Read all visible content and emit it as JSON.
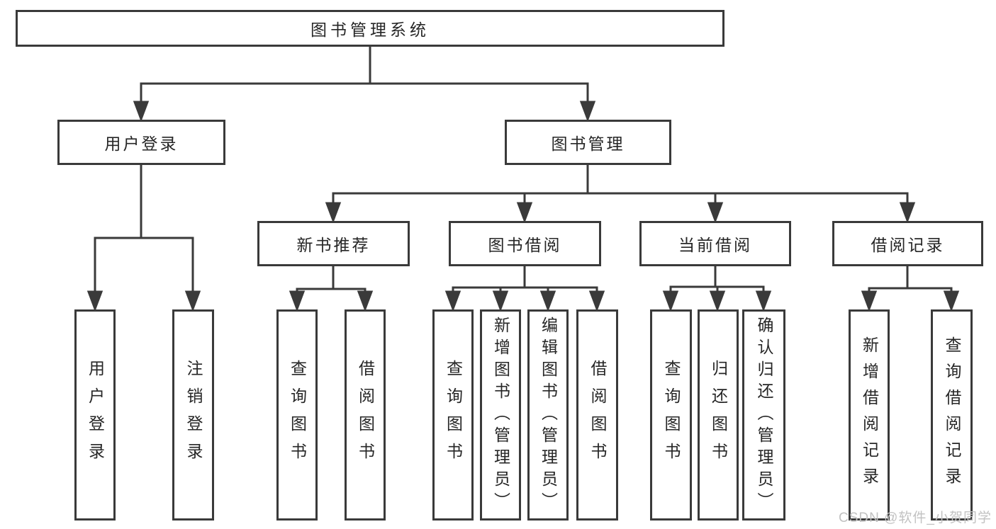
{
  "diagram": {
    "type": "hierarchy-tree",
    "colors": {
      "background": "#ffffff",
      "line": "#3a3a3a",
      "box_border": "#3a3a3a",
      "box_fill": "#ffffff",
      "text": "#262626",
      "watermark": "#c2c2c2"
    },
    "nodes": {
      "root": {
        "label": "图书管理系统"
      },
      "userLogin": {
        "label": "用户登录"
      },
      "bookMgmt": {
        "label": "图书管理"
      },
      "newBookRec": {
        "label": "新书推荐"
      },
      "bookBorrow": {
        "label": "图书借阅"
      },
      "currentBorrow": {
        "label": "当前借阅"
      },
      "borrowRecord": {
        "label": "借阅记录"
      },
      "leafUserLogin": {
        "label": "用户登录"
      },
      "leafLogout": {
        "label": "注销登录"
      },
      "leafQueryBooks1": {
        "label": "查询图书"
      },
      "leafBorrowBooks1": {
        "label": "借阅图书"
      },
      "leafQueryBooks2": {
        "label": "查询图书"
      },
      "leafAddBooks": {
        "label": "新增图书（管理员）"
      },
      "leafEditBooks": {
        "label": "编辑图书（管理员）"
      },
      "leafBorrowBooks2": {
        "label": "借阅图书"
      },
      "leafQueryBooks3": {
        "label": "查询图书"
      },
      "leafReturnBooks": {
        "label": "归还图书"
      },
      "leafConfirmReturn": {
        "label": "确认归还（管理员）"
      },
      "leafAddRecord": {
        "label": "新增借阅记录"
      },
      "leafQueryRecord": {
        "label": "查询借阅记录"
      }
    },
    "watermark": {
      "text": "CSDN @软件_小贺同学"
    }
  }
}
